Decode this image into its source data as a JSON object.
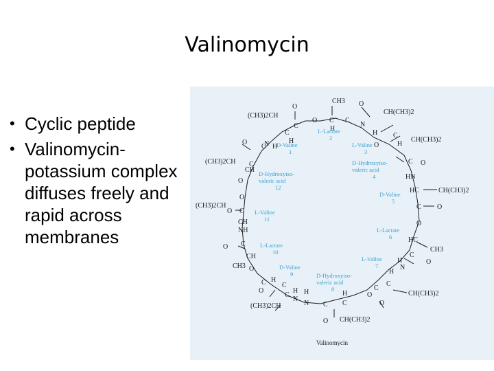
{
  "slide": {
    "title": "Valinomycin",
    "bullets": [
      "Cyclic peptide",
      "Valinomycin-potassium complex diffuses freely and rapid across membranes"
    ]
  },
  "figure": {
    "caption": "Valinomycin",
    "residues": [
      {
        "line1": "L-Lactate",
        "line2": "2"
      },
      {
        "line1": "L-Valine",
        "line2": "3"
      },
      {
        "line1": "D-Hydroxyiso-",
        "line2": "valeric acid",
        "line3": "4"
      },
      {
        "line1": "D-Valine",
        "line2": "5"
      },
      {
        "line1": "L-Lactate",
        "line2": "6"
      },
      {
        "line1": "L-Valine",
        "line2": "7"
      },
      {
        "line1": "D-Hydroxyiso-",
        "line2": "valeric acid",
        "line3": "8"
      },
      {
        "line1": "D-Valine",
        "line2": "9"
      },
      {
        "line1": "L-Lactate",
        "line2": "10"
      },
      {
        "line1": "L-Valine",
        "line2": "11"
      },
      {
        "line1": "D-Hydroxyiso-",
        "line2": "valeric acid",
        "line3": "12"
      },
      {
        "line1": "D-Valine",
        "line2": "1"
      }
    ],
    "atoms": {
      "ch3_top": "CH3",
      "o_top_eq": "O",
      "o_top": "O",
      "c_top1": "C",
      "c_top2": "C",
      "c_top3": "C",
      "h_top": "H",
      "n_top": "N",
      "h_top2": "H",
      "ch_ch3_2_tr": "CH(CH3)2",
      "ch3_2_ch_tl": "(CH3)2CH",
      "c_a": "C",
      "h_a": "H",
      "o_r1": "O",
      "c_r1": "C",
      "h_r1": "H",
      "ch_ch3_2_r1": "CH(CH3)2",
      "o_r2": "O",
      "c_r2": "C",
      "hn_r2": "HN",
      "hc_r3": "HC",
      "ch_ch3_2_r3": "CH(CH3)2",
      "c_r4": "C",
      "o_r4": "O",
      "o_r5": "O",
      "hc_r6": "HC",
      "ch3_r6": "CH3",
      "c_r7": "C",
      "o_r7": "O",
      "h_r8": "H",
      "n_r8": "N",
      "h_r9": "H",
      "c_r9": "C",
      "ch_ch3_2_r9": "CH(CH3)2",
      "o_b1": "O",
      "c_b1": "C",
      "o_b1b": "O",
      "h_b2": "H",
      "c_b2": "C",
      "o_b2": "O",
      "c_b3": "C",
      "n_b3": "N",
      "h_b3": "H",
      "ch_ch3_2_b": "CH(CH3)2",
      "ch3_2_ch_bl": "(CH3)2CH",
      "c_l1": "C",
      "o_l1": "O",
      "n_l1": "N",
      "h_l1": "H",
      "o_l2": "O",
      "c_l2": "C",
      "ch3_2_ch_l2": "(CH3)2CH",
      "ch_l2": "CH",
      "o_l3": "O",
      "c_l3": "C",
      "o_l3b": "O",
      "ch3_2_ch_l4": "(CH3)2CH",
      "ch_l4": "CH",
      "nh_l5": "NH",
      "o_l6": "O",
      "c_l6": "C",
      "ch_l7": "CH",
      "ch3_l7": "CH3",
      "o_l8": "O",
      "c_l9": "C",
      "o_l9": "O",
      "h_l10": "H",
      "c_l10": "C",
      "h_l11": "H",
      "n_l11": "N"
    }
  }
}
